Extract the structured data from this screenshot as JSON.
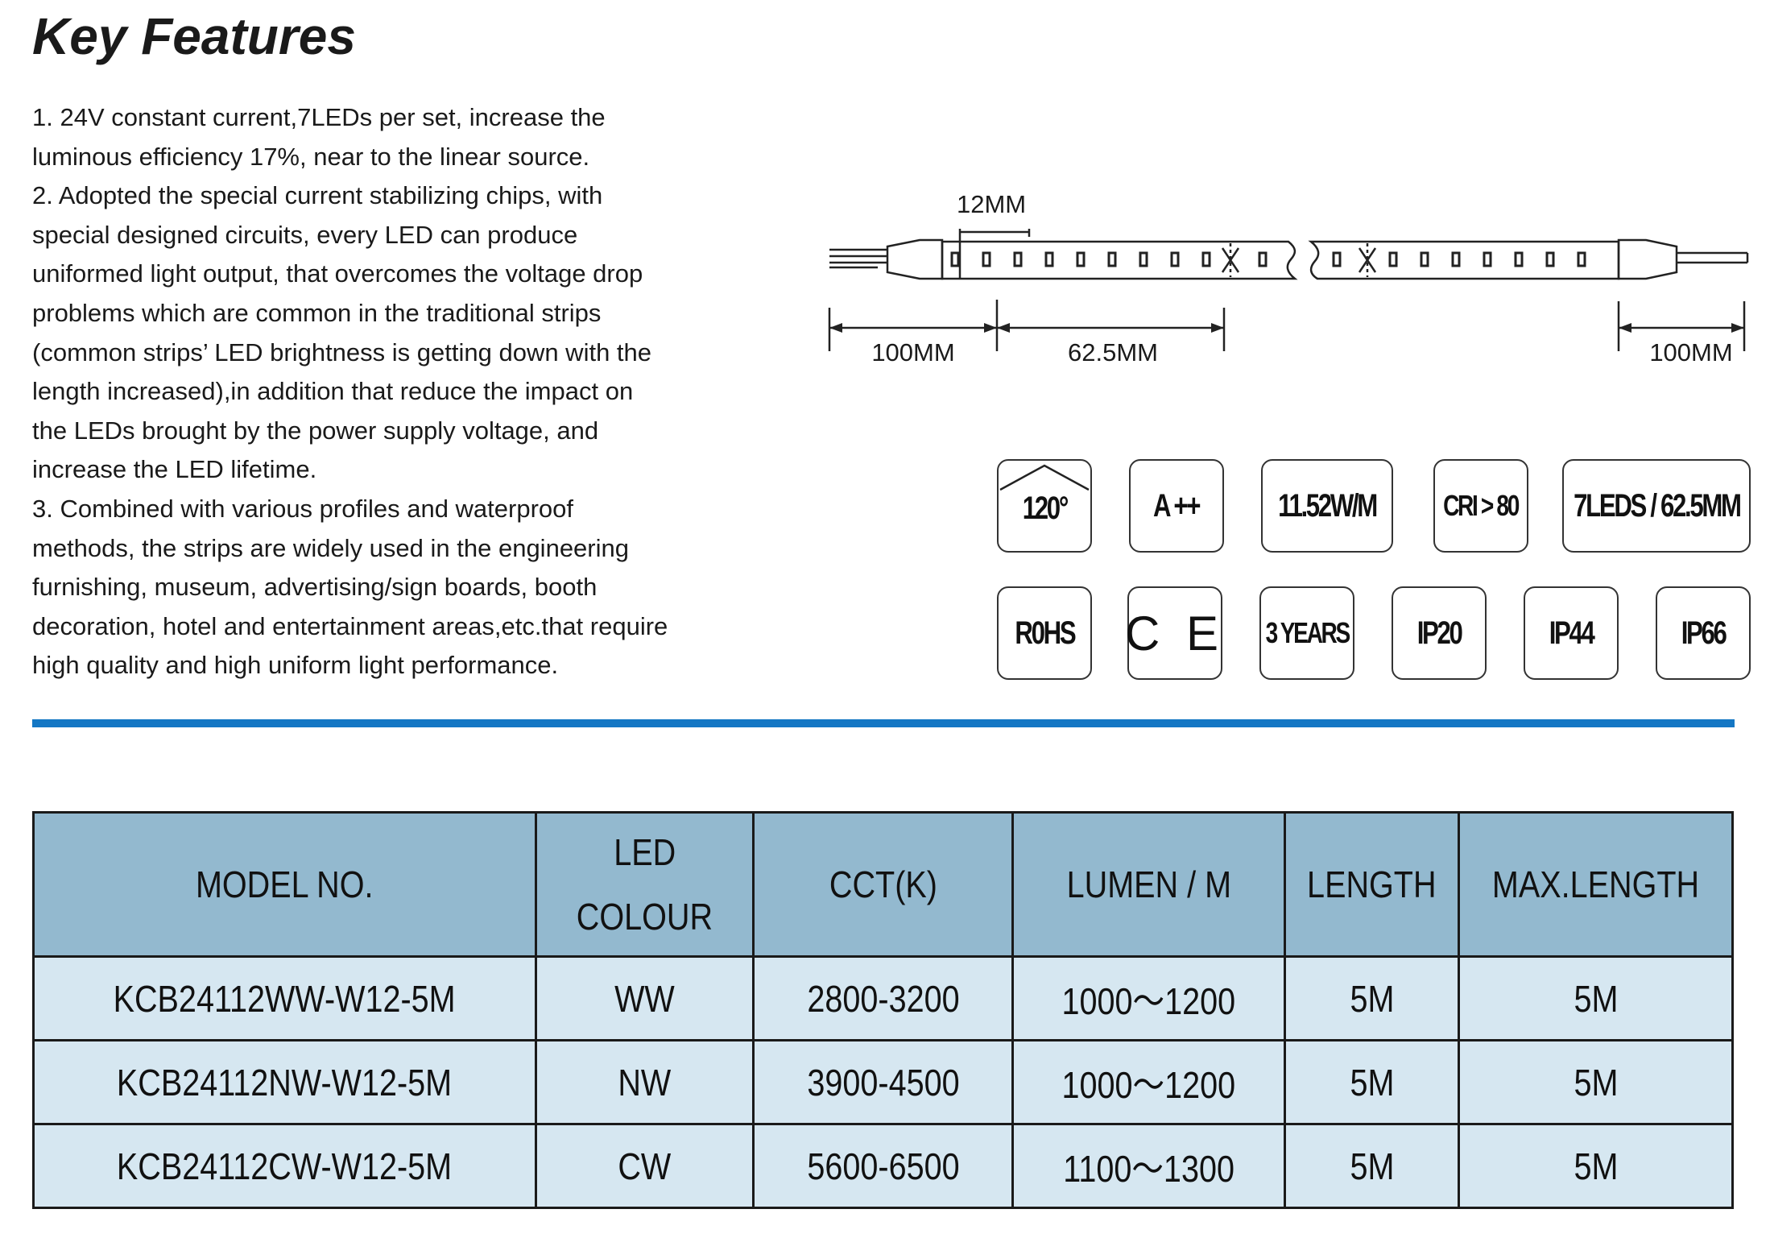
{
  "title": "Key Features",
  "features": [
    "1. 24V constant current,7LEDs per set, increase the",
    "luminous efficiency 17%, near to the linear source.",
    "2. Adopted the special current stabilizing chips, with",
    "special designed circuits, every LED can produce",
    "uniformed light output, that overcomes the voltage drop",
    "problems which are common in the traditional strips",
    "(common strips’ LED brightness is getting down with the",
    "length increased),in addition that reduce the impact on",
    "the LEDs brought by the power supply voltage, and",
    "increase the LED lifetime.",
    "3. Combined with various profiles and waterproof",
    "methods, the strips are widely used in the engineering",
    "furnishing, museum, advertising/sign boards, booth",
    "decoration, hotel and entertainment areas,etc.that require",
    "high quality and high uniform light performance."
  ],
  "diagram": {
    "pitch_label": "12MM",
    "lead_left_label": "100MM",
    "segment_label": "62.5MM",
    "lead_right_label": "100MM"
  },
  "badges_row1": [
    "120°",
    "A ++",
    "11.52W/M",
    "CRI > 80",
    "7LEDS / 62.5MM"
  ],
  "badges_row2": [
    "R0HS",
    "C E",
    "3 YEARS",
    "IP20",
    "IP44",
    "IP66"
  ],
  "table": {
    "headers": [
      "MODEL NO.",
      "LED",
      "COLOUR",
      "CCT(K)",
      "LUMEN / M",
      "LENGTH",
      "MAX.LENGTH"
    ],
    "rows": [
      [
        "KCB24112WW-W12-5M",
        "WW",
        "2800-3200",
        "1000～1200",
        "5M",
        "5M"
      ],
      [
        "KCB24112NW-W12-5M",
        "NW",
        "3900-4500",
        "1000～1200",
        "5M",
        "5M"
      ],
      [
        "KCB24112CW-W12-5M",
        "CW",
        "5600-6500",
        "1100～1300",
        "5M",
        "5M"
      ]
    ]
  },
  "colors": {
    "rule": "#1477c4",
    "header_bg": "#93b9cf",
    "row_bg": "#d6e7f1"
  }
}
